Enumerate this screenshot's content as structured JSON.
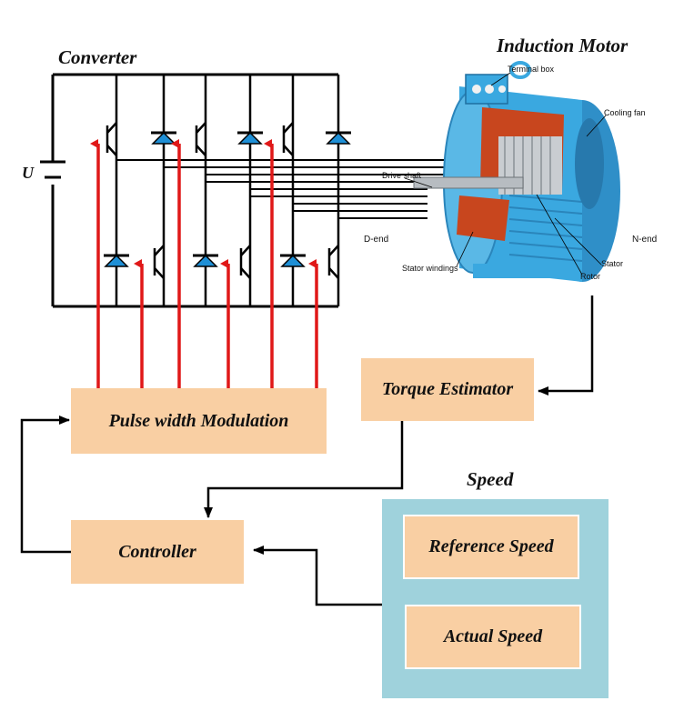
{
  "titles": {
    "converter": "Converter",
    "motor": "Induction Motor",
    "speed": "Speed"
  },
  "source_label": "U",
  "blocks": {
    "pwm": "Pulse width Modulation",
    "torque": "Torque Estimator",
    "controller": "Controller",
    "reference_speed": "Reference  Speed",
    "actual_speed": "Actual Speed"
  },
  "motor_labels": {
    "terminal_box": "Terminal box",
    "cooling_fan": "Cooling fan",
    "drive_shaft": "Drive shaft",
    "d_end": "D-end",
    "n_end": "N-end",
    "stator_windings": "Stator windings",
    "stator": "Stator",
    "rotor": "Rotor"
  },
  "colors": {
    "signal_arrow": "#e01818",
    "block_fill": "#f9cfa3",
    "speed_panel": "#9fd2dc",
    "diode": "#1e8fd6",
    "motor_body": "#3aa8e0",
    "motor_interior": "#c8461e"
  }
}
